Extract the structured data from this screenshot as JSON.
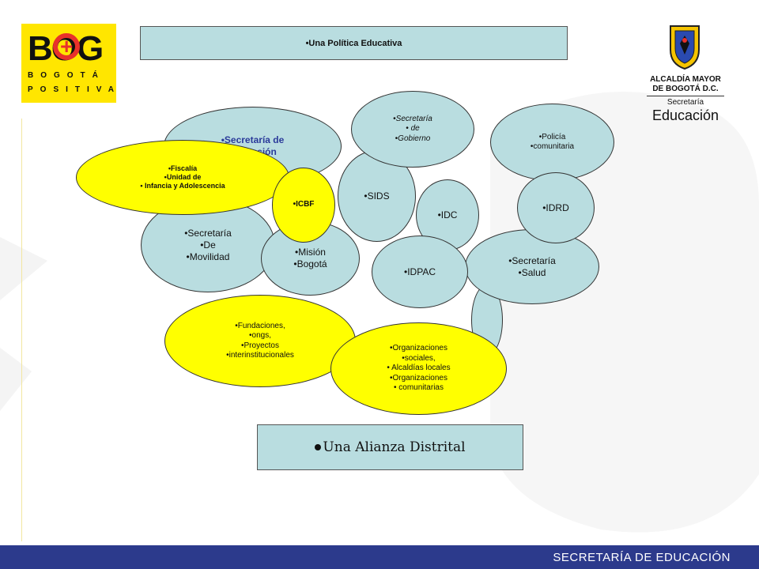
{
  "header": {
    "title": "•Una Política Educativa",
    "logo_left": {
      "main": "BOG",
      "line1": "BOGOTÁ",
      "line2": "POSITIVA",
      "color": "#ffe600",
      "accent": "#e8312b"
    },
    "logo_right": {
      "line1": "ALCALDÍA MAYOR",
      "line2": "DE BOGOTÁ D.C.",
      "line3": "Secretaría",
      "line4": "Educación",
      "icon": "coat-of-arms-icon"
    }
  },
  "diagram": {
    "nodes": {
      "sec_educacion": [
        "•Secretaría de",
        "Educación"
      ],
      "fiscalia": [
        "•Fiscalía",
        "•Unidad de",
        "• Infancia y Adolescencia"
      ],
      "icbf": [
        "•ICBF"
      ],
      "sec_gobierno": [
        "•Secretaría",
        "• de",
        "•Gobierno"
      ],
      "sids": [
        "•SIDS"
      ],
      "policia": [
        "•Policía",
        "•comunitaria"
      ],
      "idc": [
        "•IDC"
      ],
      "idrd": [
        "•IDRD"
      ],
      "sec_movilidad": [
        "•Secretaría",
        "•De",
        "•Movilidad"
      ],
      "mision_bogota": [
        "•Misión",
        "•Bogotá"
      ],
      "idpac": [
        "•IDPAC"
      ],
      "sec_salud": [
        "•Secretaría",
        "•Salud"
      ],
      "fundaciones": [
        "•Fundaciones,",
        "•ongs,",
        "•Proyectos",
        "•interinstitucionales"
      ],
      "organizaciones": [
        "•Organizaciones",
        "•sociales,",
        "• Alcaldías locales",
        "•Organizaciones",
        "• comunitarias"
      ]
    },
    "colors": {
      "blue": "#b9dde0",
      "yellow": "#ffff00",
      "link_text": "#2a3a9a"
    }
  },
  "footer": {
    "alliance": "Una Alianza Distrital",
    "bar_text": "SECRETARÍA DE EDUCACIÓN",
    "bar_color": "#2c3a8c"
  }
}
